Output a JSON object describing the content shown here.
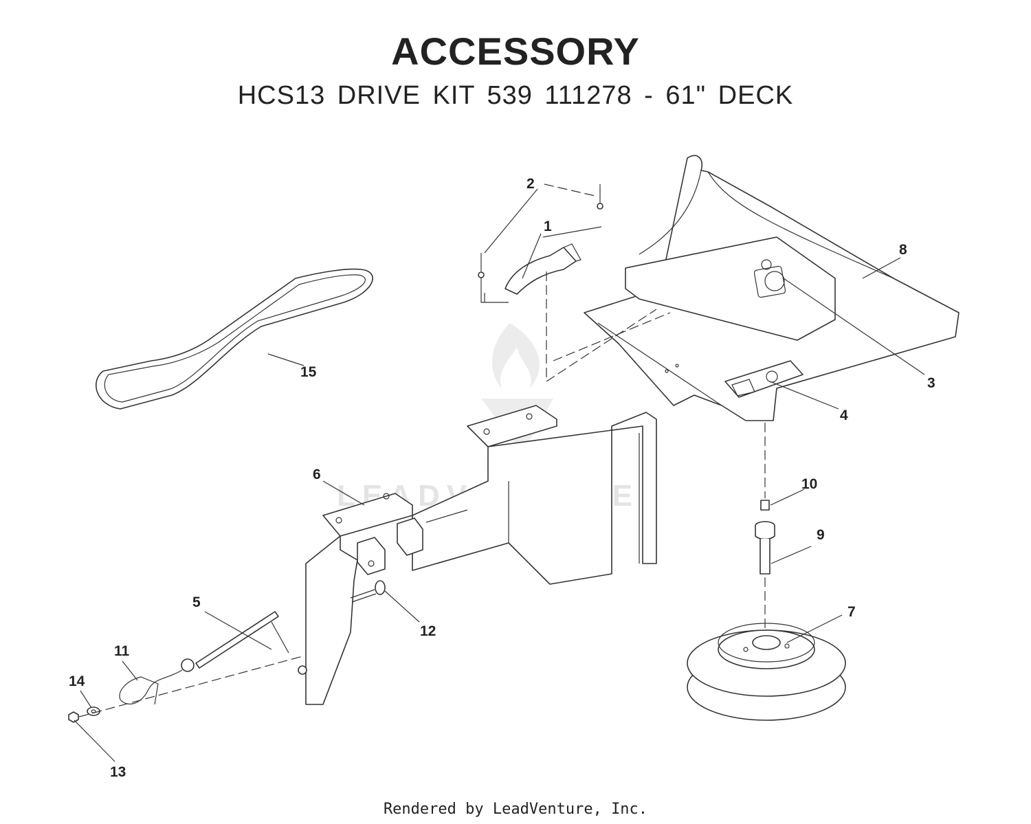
{
  "header": {
    "title": "ACCESSORY",
    "subtitle": "HCS13 DRIVE KIT 539 111278 - 61\" DECK"
  },
  "callouts": [
    {
      "id": "1",
      "label": "1"
    },
    {
      "id": "2",
      "label": "2"
    },
    {
      "id": "3",
      "label": "3"
    },
    {
      "id": "4",
      "label": "4"
    },
    {
      "id": "5",
      "label": "5"
    },
    {
      "id": "6",
      "label": "6"
    },
    {
      "id": "7",
      "label": "7"
    },
    {
      "id": "8",
      "label": "8"
    },
    {
      "id": "9",
      "label": "9"
    },
    {
      "id": "10",
      "label": "10"
    },
    {
      "id": "11",
      "label": "11"
    },
    {
      "id": "12",
      "label": "12"
    },
    {
      "id": "13",
      "label": "13"
    },
    {
      "id": "14",
      "label": "14"
    },
    {
      "id": "15",
      "label": "15"
    }
  ],
  "watermark": {
    "text": "LEADVENTURE"
  },
  "footer": {
    "text": "Rendered by LeadVenture, Inc."
  }
}
